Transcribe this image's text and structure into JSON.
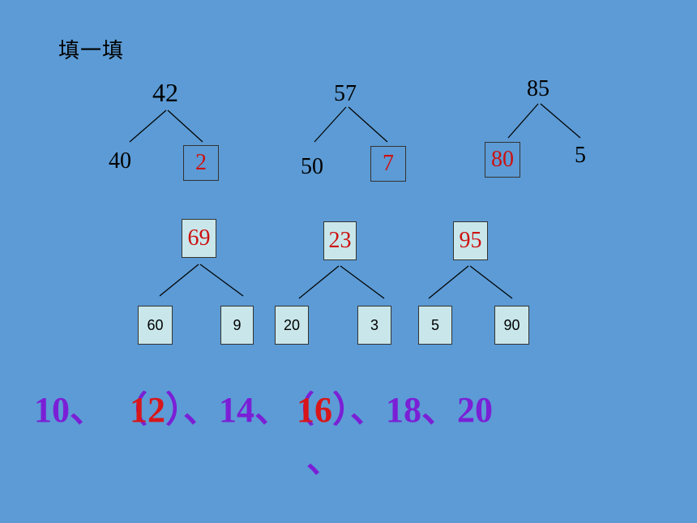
{
  "title": "填一填",
  "top_trees": [
    {
      "top": "42",
      "left": "40",
      "right": "2",
      "blank": "right"
    },
    {
      "top": "57",
      "left": "50",
      "right": "7",
      "blank": "right"
    },
    {
      "top": "85",
      "left": "80",
      "right": "5",
      "blank": "left"
    }
  ],
  "bottom_trees": [
    {
      "top": "69",
      "left": "60",
      "right": "9"
    },
    {
      "top": "23",
      "left": "20",
      "right": "3"
    },
    {
      "top": "95",
      "left": "5",
      "right": "90"
    }
  ],
  "sequence": {
    "n1": "10、",
    "paren_open_1": "（",
    "answer1": "12",
    "paren_close_1": "）",
    "mid": "、14、",
    "paren_open_2": "（",
    "answer2": "16",
    "paren_close_2": "）",
    "end": "、18、20",
    "extra_mark": "、"
  },
  "colors": {
    "background": "#5c9bd5",
    "answer_red": "#cc1111",
    "sequence_purple": "#7b1fd6",
    "box_fill": "#c9e7ea"
  }
}
